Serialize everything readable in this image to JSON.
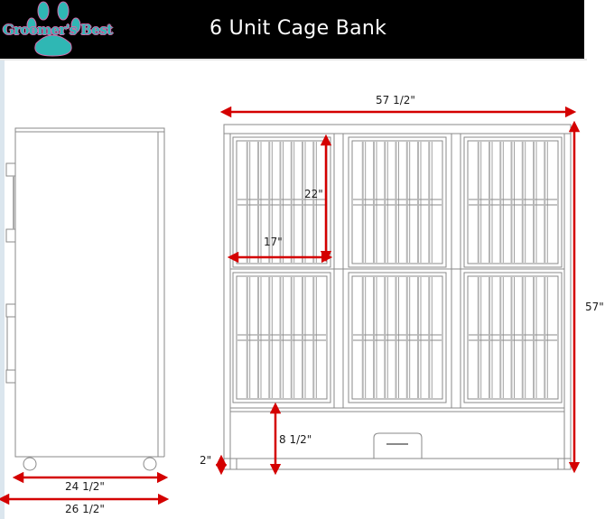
{
  "header": {
    "brand": "Groomer's Best",
    "title": "6 Unit Cage Bank"
  },
  "colors": {
    "header_bg": "#000000",
    "brand_teal": "#2fb7b4",
    "brand_pink": "#d36aa9",
    "dimension_red": "#d40000",
    "line_gray": "#8a8a8a"
  },
  "side_view": {
    "depth_label": "24 1/2\"",
    "overall_depth_label": "26 1/2\""
  },
  "front_view": {
    "overall_width_label": "57 1/2\"",
    "overall_height_label": "57\"",
    "cage_height_label": "22\"",
    "cage_width_label": "17\"",
    "base_height_label": "8 1/2\"",
    "leg_height_label": "2\"",
    "units": 6
  }
}
